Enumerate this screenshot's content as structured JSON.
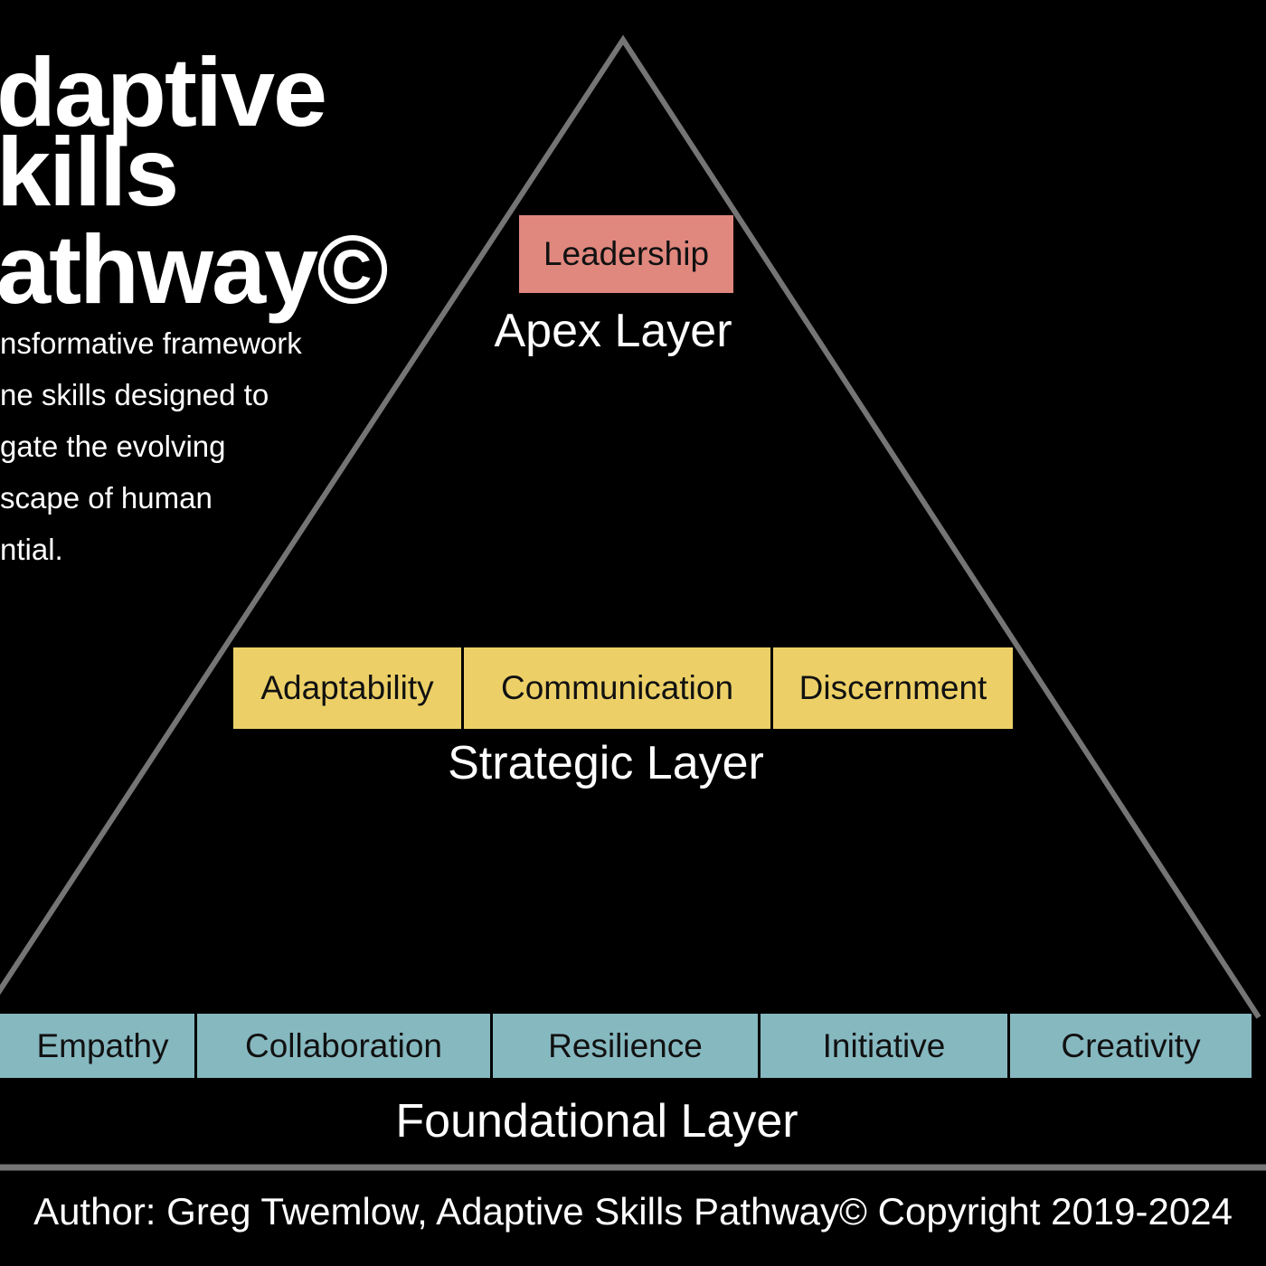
{
  "title": {
    "lines": [
      "daptive",
      "kills",
      "athway©"
    ]
  },
  "description": {
    "lines": [
      "nsformative framework",
      "ne skills designed to",
      "gate the evolving",
      "scape of human",
      "ntial."
    ]
  },
  "layers": {
    "apex": {
      "label": "Apex Layer",
      "skills": [
        "Leadership"
      ]
    },
    "strategic": {
      "label": "Strategic Layer",
      "skills": [
        "Adaptability",
        "Communication",
        "Discernment"
      ]
    },
    "foundational": {
      "label": "Foundational Layer",
      "skills": [
        "Empathy",
        "Collaboration",
        "Resilience",
        "Initiative",
        "Creativity"
      ]
    }
  },
  "footer": "Author: Greg Twemlow, Adaptive Skills Pathway© Copyright 2019-2024",
  "colors": {
    "background": "#000000",
    "outline": "#757575",
    "apex_box": "#e0877e",
    "strategic_box": "#ecd067",
    "foundational_box": "#86b8c0",
    "text": "#ffffff"
  }
}
